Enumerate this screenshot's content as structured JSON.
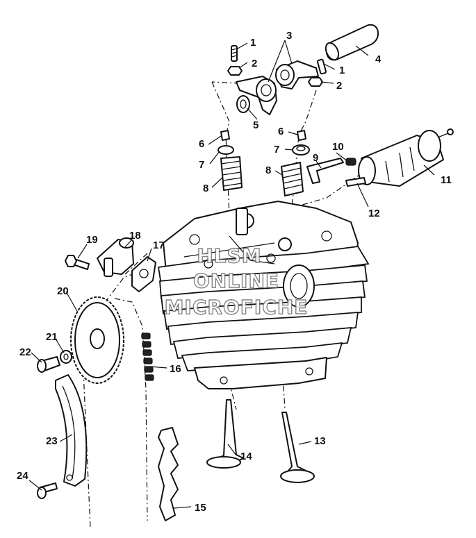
{
  "watermark": {
    "lines": [
      "HLSM",
      "ONLINE",
      "MICROFICHE"
    ]
  },
  "callouts": {
    "c1a": "1",
    "c1b": "1",
    "c2a": "2",
    "c2b": "2",
    "c3": "3",
    "c4": "4",
    "c5": "5",
    "c6a": "6",
    "c6b": "6",
    "c7a": "7",
    "c7b": "7",
    "c8a": "8",
    "c8b": "8",
    "c9": "9",
    "c10": "10",
    "c11": "11",
    "c12": "12",
    "c13": "13",
    "c14": "14",
    "c15": "15",
    "c16": "16",
    "c17": "17",
    "c18": "18",
    "c19": "19",
    "c20": "20",
    "c21": "21",
    "c22": "22",
    "c23": "23",
    "c24": "24"
  }
}
